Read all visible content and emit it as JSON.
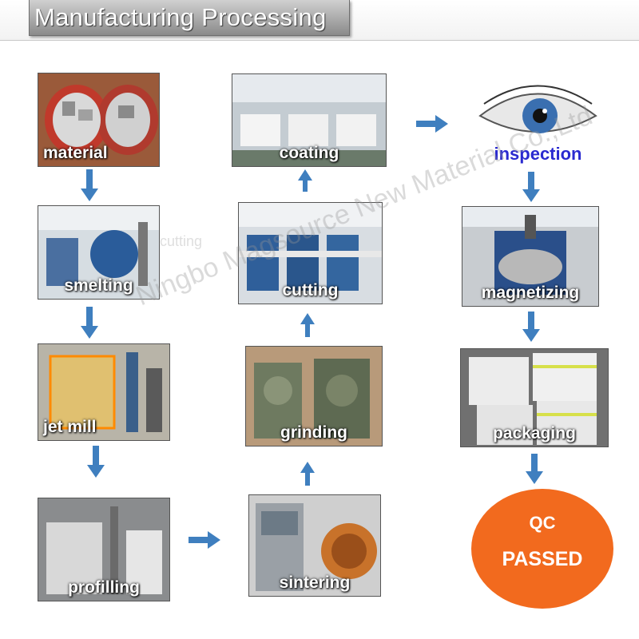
{
  "title": "Manufacturing Processing",
  "steps": {
    "material": "material",
    "smelting": "smelting",
    "jet_mill": "jet mill",
    "profilling": "profilling",
    "sintering": "sintering",
    "grinding": "grinding",
    "cutting": "cutting",
    "coating": "coating",
    "inspection": "inspection",
    "magnetizing": "magnetizing",
    "packaging": "packaging"
  },
  "qc": {
    "line1": "QC",
    "line2": "PASSED"
  },
  "watermark": "Ningbo Magsource New Material Co.,Ltd",
  "watermark_fragment": "cutting",
  "colors": {
    "arrow": "#3f7fbf",
    "qc_fill": "#f26a1e",
    "inspection_text": "#2a2ad0"
  }
}
